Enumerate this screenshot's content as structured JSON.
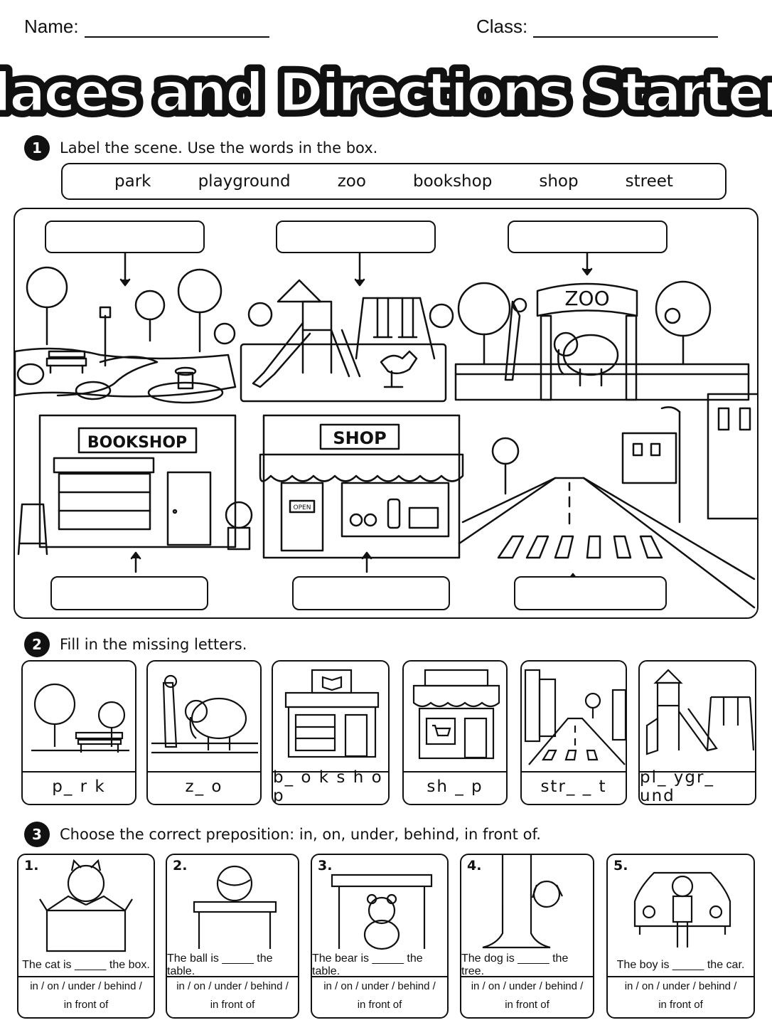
{
  "header": {
    "name_label": "Name:",
    "class_label": "Class:"
  },
  "title": "Places and Directions Starters",
  "section1": {
    "number": "1",
    "instruction": "Label the scene. Use the words in the box.",
    "word_bank": [
      "park",
      "playground",
      "zoo",
      "bookshop",
      "shop",
      "street"
    ],
    "signs": {
      "zoo": "ZOO",
      "bookshop": "BOOKSHOP",
      "shop": "SHOP",
      "open": "OPEN"
    }
  },
  "section2": {
    "number": "2",
    "instruction": "Fill in the missing letters.",
    "cards": [
      {
        "word": "p_ r k",
        "picture": "park-icon"
      },
      {
        "word": "z_ o",
        "picture": "zoo-icon"
      },
      {
        "word": "b_ o k s h o p",
        "picture": "bookshop-icon"
      },
      {
        "word": "sh _ p",
        "picture": "shop-icon"
      },
      {
        "word": "str_ _ t",
        "picture": "street-icon"
      },
      {
        "word": "pl_ ygr_ und",
        "picture": "playground-icon"
      }
    ]
  },
  "section3": {
    "number": "3",
    "instruction": "Choose the correct preposition: in, on, under, behind, in front of.",
    "items": [
      {
        "num": "1.",
        "sentence": "The cat is _____ the box.",
        "options_line1": "in / on / under / behind /",
        "options_line2": "in front of",
        "picture": "cat-in-box-icon"
      },
      {
        "num": "2.",
        "sentence": "The ball is _____ the table.",
        "options_line1": "in / on / under / behind /",
        "options_line2": "in front of",
        "picture": "ball-on-table-icon"
      },
      {
        "num": "3.",
        "sentence": "The bear is _____ the table.",
        "options_line1": "in / on / under / behind /",
        "options_line2": "in front of",
        "picture": "bear-under-table-icon"
      },
      {
        "num": "4.",
        "sentence": "The dog is _____ the tree.",
        "options_line1": "in / on / under / behind /",
        "options_line2": "in front of",
        "picture": "dog-behind-tree-icon"
      },
      {
        "num": "5.",
        "sentence": "The boy is _____ the car.",
        "options_line1": "in / on / under / behind /",
        "options_line2": "in front of",
        "picture": "boy-in-front-of-car-icon"
      }
    ]
  }
}
